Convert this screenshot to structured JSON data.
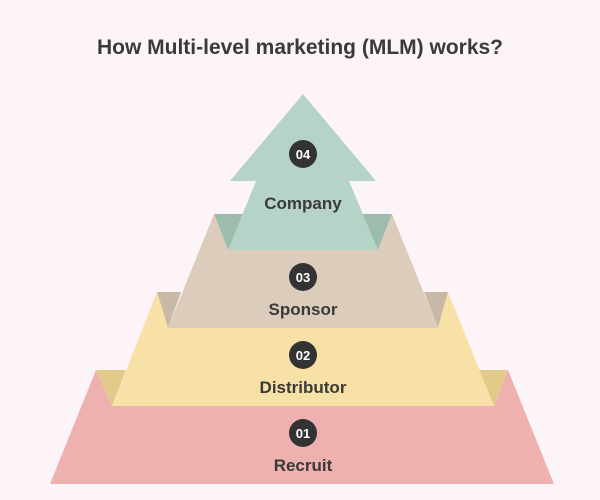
{
  "title": "How Multi-level marketing (MLM) works?",
  "colors": {
    "background": "#fdf4f8",
    "company": "#b5d3c6",
    "company_shade": "#9cbcae",
    "sponsor": "#dcccbc",
    "sponsor_shade": "#c8b8a6",
    "distributor": "#f8e1a6",
    "distributor_shade": "#e2ca8a",
    "recruit": "#efb0b0",
    "badge": "#333333",
    "text": "#3a3a3a"
  },
  "levels": [
    {
      "number": "04",
      "label": "Company"
    },
    {
      "number": "03",
      "label": "Sponsor"
    },
    {
      "number": "02",
      "label": "Distributor"
    },
    {
      "number": "01",
      "label": "Recruit"
    }
  ]
}
